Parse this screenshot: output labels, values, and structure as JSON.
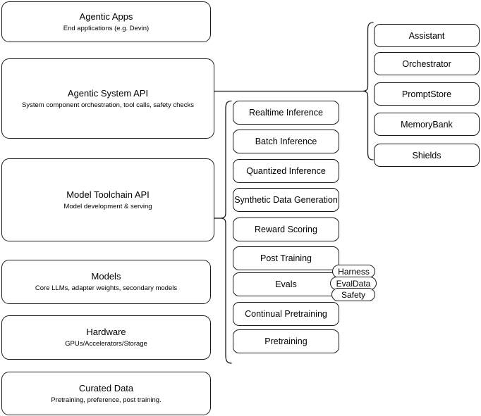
{
  "diagram": {
    "title": "AI Stack Layers Architecture Diagram",
    "stroke_color": "#1a1a1a",
    "background_color": "#ffffff"
  },
  "stack_layers": [
    {
      "name": "agentic-apps",
      "title": "Agentic Apps",
      "subtitle": "End applications (e.g. Devin)"
    },
    {
      "name": "agentic-system-api",
      "title": "Agentic System API",
      "subtitle": "System component orchestration, tool calls, safety checks"
    },
    {
      "name": "model-toolchain-api",
      "title": "Model Toolchain API",
      "subtitle": "Model development & serving"
    },
    {
      "name": "models",
      "title": "Models",
      "subtitle": "Core LLMs, adapter weights, secondary models"
    },
    {
      "name": "hardware",
      "title": "Hardware",
      "subtitle": "GPUs/Accelerators/Storage"
    },
    {
      "name": "curated-data",
      "title": "Curated Data",
      "subtitle": "Pretraining, preference, post training."
    }
  ],
  "toolchain_components": [
    {
      "name": "realtime-inference",
      "title": "Realtime Inference"
    },
    {
      "name": "batch-inference",
      "title": "Batch Inference"
    },
    {
      "name": "quantized-inference",
      "title": "Quantized Inference"
    },
    {
      "name": "synthetic-data-generation",
      "title": "Synthetic Data Generation"
    },
    {
      "name": "reward-scoring",
      "title": "Reward Scoring"
    },
    {
      "name": "post-training",
      "title": "Post Training"
    },
    {
      "name": "evals",
      "title": "Evals"
    },
    {
      "name": "continual-pretraining",
      "title": "Continual Pretraining"
    },
    {
      "name": "pretraining",
      "title": "Pretraining"
    }
  ],
  "evals_subcomponents": [
    {
      "name": "harness",
      "title": "Harness"
    },
    {
      "name": "evaldata",
      "title": "EvalData"
    },
    {
      "name": "safety",
      "title": "Safety"
    }
  ],
  "system_components": [
    {
      "name": "assistant",
      "title": "Assistant"
    },
    {
      "name": "orchestrator",
      "title": "Orchestrator"
    },
    {
      "name": "promptstore",
      "title": "PromptStore"
    },
    {
      "name": "memorybank",
      "title": "MemoryBank"
    },
    {
      "name": "shields",
      "title": "Shields"
    }
  ]
}
